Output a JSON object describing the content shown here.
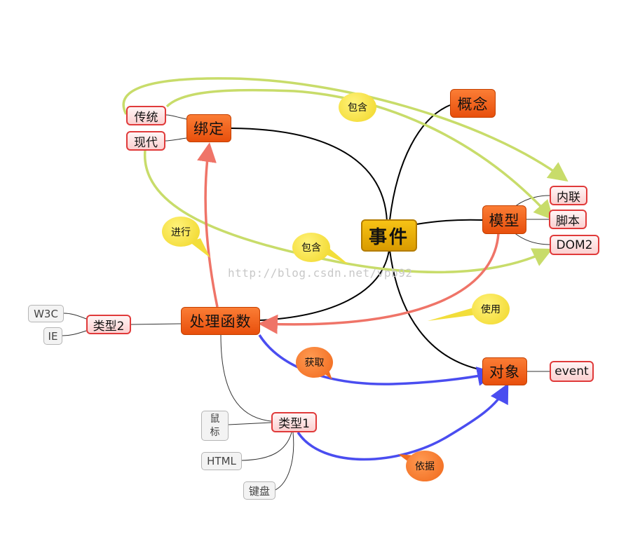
{
  "center": {
    "label": "事件"
  },
  "main": {
    "binding": "绑定",
    "concept": "概念",
    "model": "模型",
    "handler": "处理函数",
    "object": "对象"
  },
  "sub": {
    "traditional": "传统",
    "modern": "现代",
    "inline": "内联",
    "script": "脚本",
    "dom2": "DOM2",
    "type2": "类型2",
    "type1": "类型1",
    "event": "event"
  },
  "leaf": {
    "w3c": "W3C",
    "ie": "IE",
    "mouse_line1": "鼠",
    "mouse_line2": "标",
    "html": "HTML",
    "keyboard": "键盘"
  },
  "callouts": {
    "contains_top": "包含",
    "contains_mid": "包含",
    "proceed": "进行",
    "use": "使用",
    "get": "获取",
    "depend": "依据"
  },
  "watermark": "http://blog.csdn.net/vpb92",
  "colors": {
    "center": "#f0b400",
    "main": "#f26522",
    "sub_border": "#e03a3a",
    "green_arrow": "#c8dc6a",
    "red_arrow": "#ef7468",
    "blue_arrow": "#4a4df0",
    "yellow_callout": "#f2de3a",
    "orange_callout": "#f26c1e"
  }
}
